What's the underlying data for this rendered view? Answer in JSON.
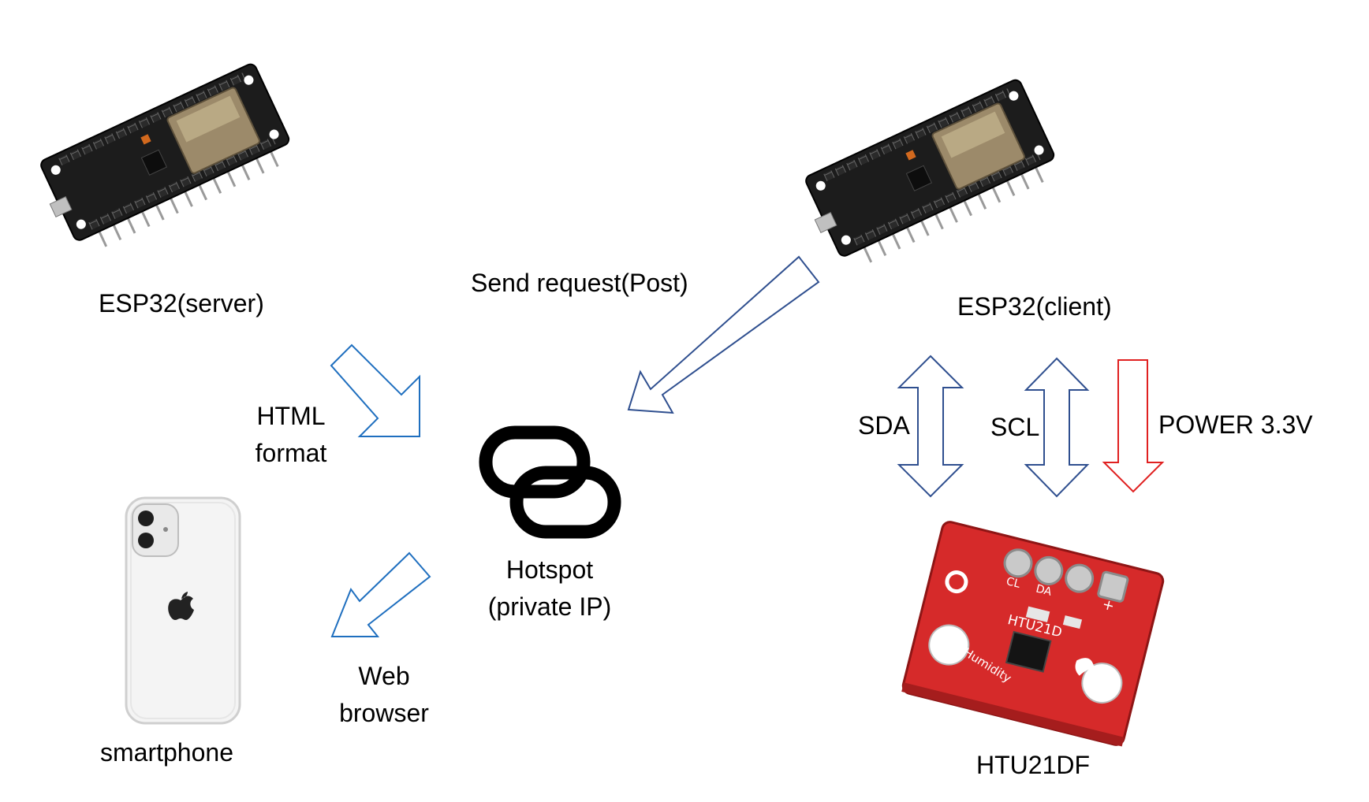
{
  "nodes": {
    "esp32_server": {
      "label": "ESP32(server)",
      "icon": "esp32-board-icon"
    },
    "esp32_client": {
      "label": "ESP32(client)",
      "icon": "esp32-board-icon"
    },
    "hotspot": {
      "label_line1": "Hotspot",
      "label_line2": "(private IP)",
      "icon": "link-icon"
    },
    "smartphone": {
      "label": "smartphone",
      "icon": "smartphone-icon"
    },
    "sensor": {
      "label": "HTU21DF",
      "icon": "htu21d-sensor-icon",
      "silkscreen": {
        "chip": "HTU21D",
        "caption": "Humidity",
        "pins": [
          "CL",
          "DA",
          "+"
        ]
      }
    }
  },
  "edges": {
    "html_format": {
      "line1": "HTML",
      "line2": "format",
      "color": "#1f6fbf"
    },
    "send_request": {
      "label": "Send request(Post)",
      "color": "#2f4f8f"
    },
    "web_browser": {
      "line1": "Web",
      "line2": "browser",
      "color": "#1f6fbf"
    },
    "sda": {
      "label": "SDA",
      "color": "#2f4f8f"
    },
    "scl": {
      "label": "SCL",
      "color": "#2f4f8f"
    },
    "power": {
      "label": "POWER 3.3V",
      "color": "#e02020"
    }
  }
}
